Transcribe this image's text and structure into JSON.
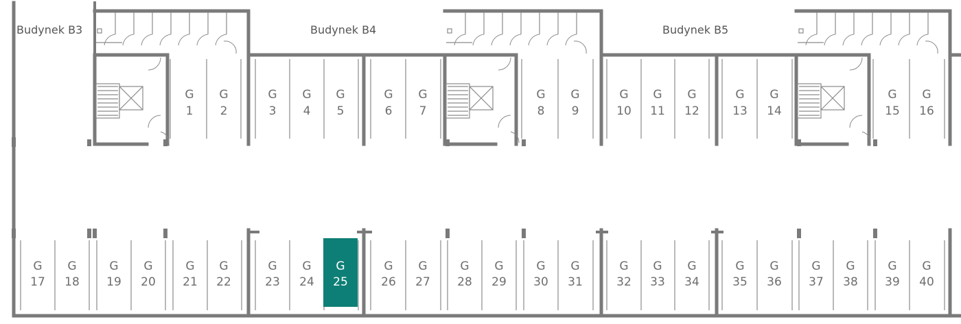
{
  "buildings": [
    {
      "name": "Budynek B3"
    },
    {
      "name": "Budynek B4"
    },
    {
      "name": "Budynek B5"
    }
  ],
  "garage_prefix": "G",
  "colors": {
    "wall": "#7a7a7a",
    "highlight": "#0e7f76",
    "label": "#6e6e6e",
    "highlight_label": "#ffffff"
  },
  "spots_top": [
    "1",
    "2",
    "3",
    "4",
    "5",
    "6",
    "7",
    "8",
    "9",
    "10",
    "11",
    "12",
    "13",
    "14",
    "15",
    "16"
  ],
  "spots_bottom": [
    "17",
    "18",
    "19",
    "20",
    "21",
    "22",
    "23",
    "24",
    "25",
    "26",
    "27",
    "28",
    "29",
    "30",
    "31",
    "32",
    "33",
    "34",
    "35",
    "36",
    "37",
    "38",
    "39",
    "40"
  ],
  "highlighted_spot": "25"
}
